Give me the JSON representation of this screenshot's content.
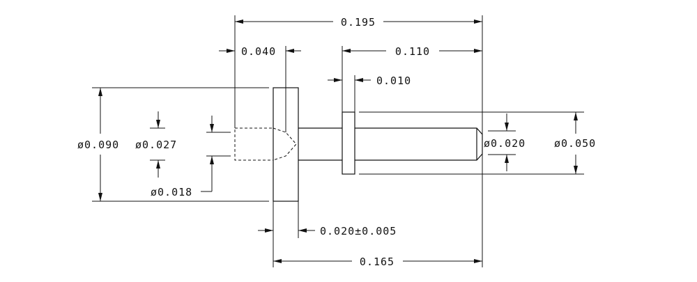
{
  "dimensions": {
    "overall_length": "0.195",
    "head_thickness": "0.040",
    "tail_length": "0.110",
    "collar_thickness": "0.010",
    "head_diameter": "ø0.090",
    "bore_diameter": "ø0.027",
    "drill_diameter": "ø0.018",
    "tip_diameter": "ø0.020",
    "collar_diameter": "ø0.050",
    "flange_width": "0.020±0.005",
    "flange_to_end_length": "0.165"
  }
}
